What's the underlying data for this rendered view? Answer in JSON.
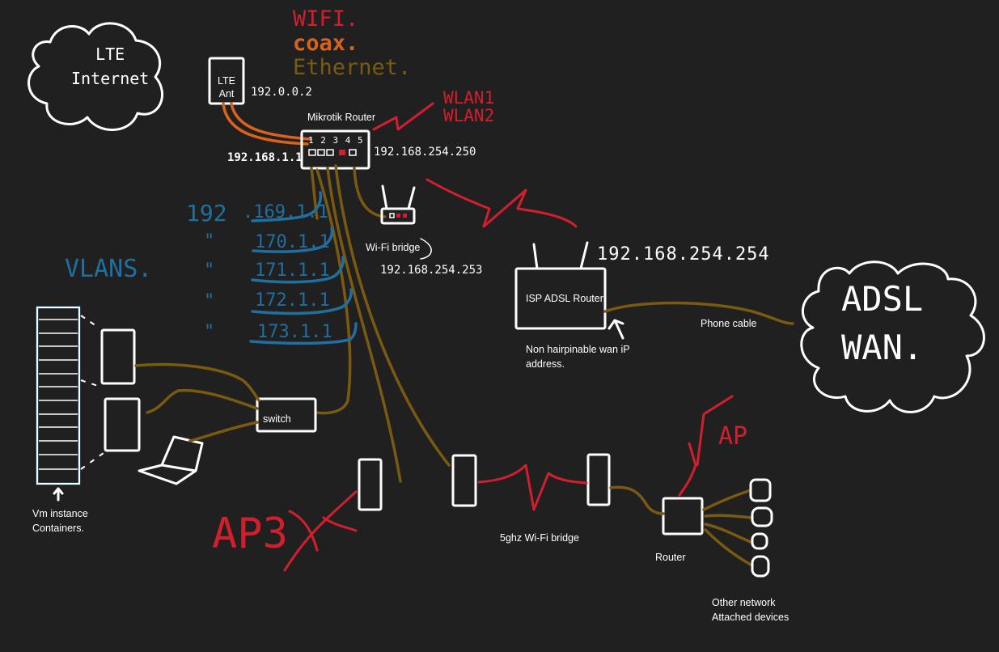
{
  "legend": {
    "wifi": "WIFI.",
    "coax": "coax.",
    "ethernet": "Ethernet.",
    "wifi_color": "#d21f2e",
    "coax_color": "#d9621f",
    "ethernet_color": "#7a5a10"
  },
  "clouds": {
    "lte": "LTE\nInternet",
    "adsl": "ADSL\nWAN."
  },
  "lte_ant": {
    "label": "LTE\nAnt",
    "ip": "192.0.0.2"
  },
  "mikrotik": {
    "title": "Mikrotik Router",
    "ports": "1 2 3 4 5",
    "ip_left": "192.168.1.1",
    "ip_right": "192.168.254.250",
    "wlan": "WLAN1\nWLAN2"
  },
  "vlans": {
    "title": "VLANS.",
    "prefix": "192",
    "ditto": "\"",
    "subnets": [
      ".169.1.1",
      "170.1.1",
      "171.1.1",
      "172.1.1",
      "173.1.1"
    ],
    "line_color": "#1f6fa0"
  },
  "wifi_bridge": {
    "label": "Wi-Fi bridge",
    "ip": "192.168.254.253"
  },
  "isp_router": {
    "label": "ISP ADSL Router",
    "ip": "192.168.254.254",
    "note": "Non hairpinable wan iP\naddress."
  },
  "phone_cable": "Phone cable",
  "switch_label": "switch",
  "vm_label": "Vm instance\nContainers.",
  "ap3": "AP3",
  "ap": "AP",
  "ghz_bridge": "5ghz Wi-Fi bridge",
  "router": "Router",
  "other_devices": "Other network\nAttached devices"
}
